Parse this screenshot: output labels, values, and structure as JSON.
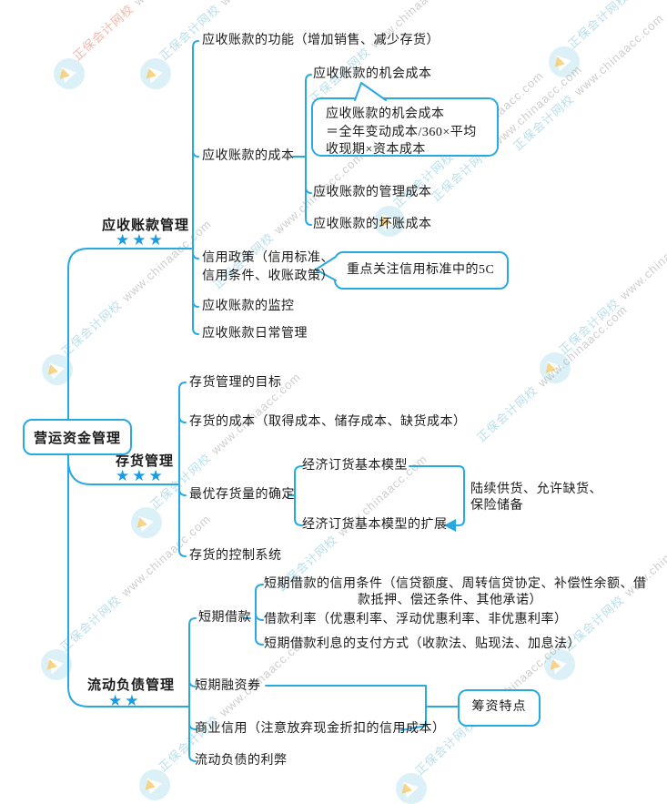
{
  "watermark": {
    "brand": "正保会计网校",
    "url": "www.chinaacc.com"
  },
  "root": {
    "label": "营运资金管理"
  },
  "branches": [
    {
      "label": "应收账款管理",
      "stars": "★★★",
      "children": [
        {
          "label": "应收账款的功能（增加销售、减少存货）"
        },
        {
          "label": "应收账款的成本",
          "children": [
            {
              "label": "应收账款的机会成本",
              "note": {
                "line1": "应收账款的机会成本",
                "line2": "＝全年变动成本/360×平均",
                "line3": "收现期×资本成本"
              }
            },
            {
              "label": "应收账款的管理成本"
            },
            {
              "label": "应收账款的坏账成本"
            }
          ]
        },
        {
          "line1": "信用政策（信用标准、",
          "line2": "信用条件、收账政策）",
          "callout": "重点关注信用标准中的5C"
        },
        {
          "label": "应收账款的监控"
        },
        {
          "label": "应收账款日常管理"
        }
      ]
    },
    {
      "label": "存货管理",
      "stars": "★★★",
      "children": [
        {
          "label": "存货管理的目标"
        },
        {
          "label": "存货的成本（取得成本、储存成本、缺货成本）"
        },
        {
          "label": "最优存货量的确定",
          "children": [
            {
              "label": "经济订货基本模型"
            },
            {
              "label": "经济订货基本模型的扩展"
            }
          ],
          "annotation": {
            "line1": "陆续供货、允许缺货、",
            "line2": "保险储备"
          }
        },
        {
          "label": "存货的控制系统"
        }
      ]
    },
    {
      "label": "流动负债管理",
      "stars": "★★",
      "children": [
        {
          "label": "短期借款",
          "children": [
            {
              "line1": "短期借款的信用条件（信贷额度、周转信贷协定、补偿性余额、借",
              "line2": "款抵押、偿还条件、其他承诺）"
            },
            {
              "label": "借款利率（优惠利率、浮动优惠利率、非优惠利率）"
            },
            {
              "label": "短期借款利息的支付方式（收款法、贴现法、加息法）"
            }
          ]
        },
        {
          "label": "短期融资券"
        },
        {
          "label": "商业信用（注意放弃现金折扣的信用成本）"
        },
        {
          "label": "流动负债的利弊"
        }
      ],
      "callout": "筹资特点"
    }
  ],
  "colors": {
    "line": "#29a9e1",
    "star": "#1a9ce0",
    "text": "#1b1b1b"
  }
}
